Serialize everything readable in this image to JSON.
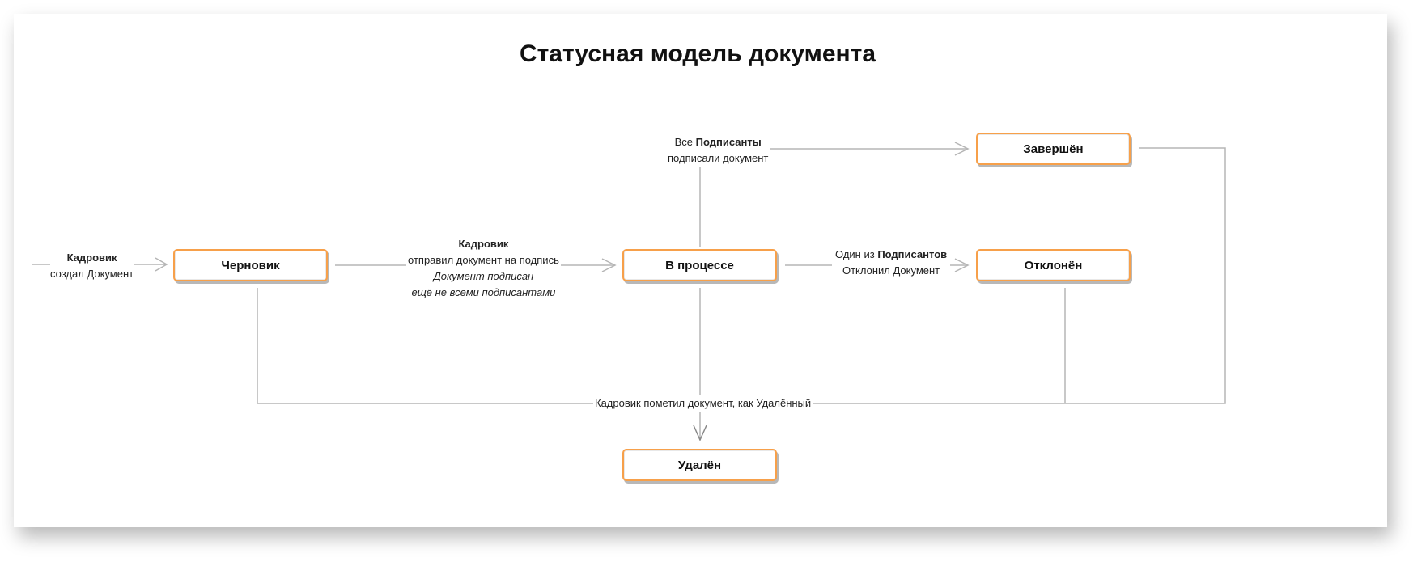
{
  "title": "Статусная модель документа",
  "states": {
    "draft": "Черновик",
    "in_progress": "В процессе",
    "completed": "Завершён",
    "rejected": "Отклонён",
    "deleted": "Удалён"
  },
  "transitions": {
    "create": {
      "actor": "Кадровик",
      "text": "создал Документ"
    },
    "send": {
      "actor": "Кадровик",
      "text": "отправил документ на подпись",
      "note1": "Документ подписан",
      "note2": "ещё не всеми подписантами"
    },
    "complete": {
      "prefix": "Все",
      "actor": "Подписанты",
      "text": "подписали документ"
    },
    "reject": {
      "prefix": "Один из",
      "actor": "Подписантов",
      "text": "Отклонил Документ"
    },
    "delete": {
      "text": "Кадровик пометил документ, как Удалённый"
    }
  },
  "colors": {
    "accent": "#f7a04a",
    "line": "#b5b5b5"
  }
}
